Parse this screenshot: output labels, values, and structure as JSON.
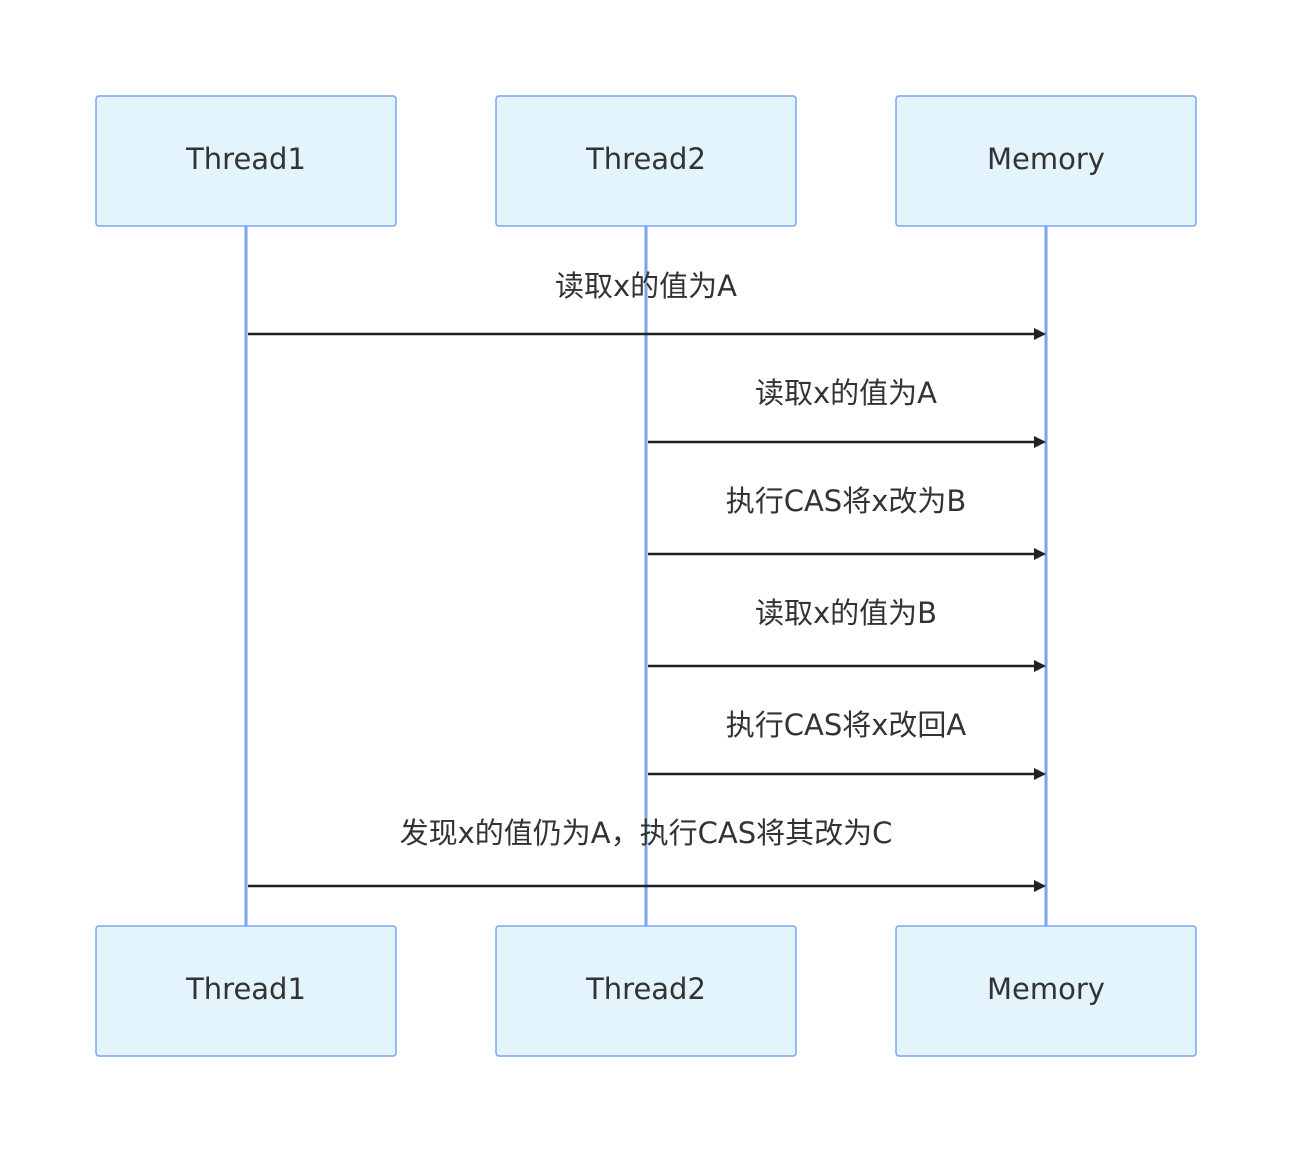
{
  "participants": [
    {
      "id": "t1",
      "label": "Thread1"
    },
    {
      "id": "t2",
      "label": "Thread2"
    },
    {
      "id": "mem",
      "label": "Memory"
    }
  ],
  "messages": [
    {
      "from": "t1",
      "to": "mem",
      "label": "读取x的值为A"
    },
    {
      "from": "t2",
      "to": "mem",
      "label": "读取x的值为A"
    },
    {
      "from": "t2",
      "to": "mem",
      "label": "执行CAS将x改为B"
    },
    {
      "from": "t2",
      "to": "mem",
      "label": "读取x的值为B"
    },
    {
      "from": "t2",
      "to": "mem",
      "label": "执行CAS将x改回A"
    },
    {
      "from": "t1",
      "to": "mem",
      "label": "发现x的值仍为A，执行CAS将其改为C"
    }
  ]
}
